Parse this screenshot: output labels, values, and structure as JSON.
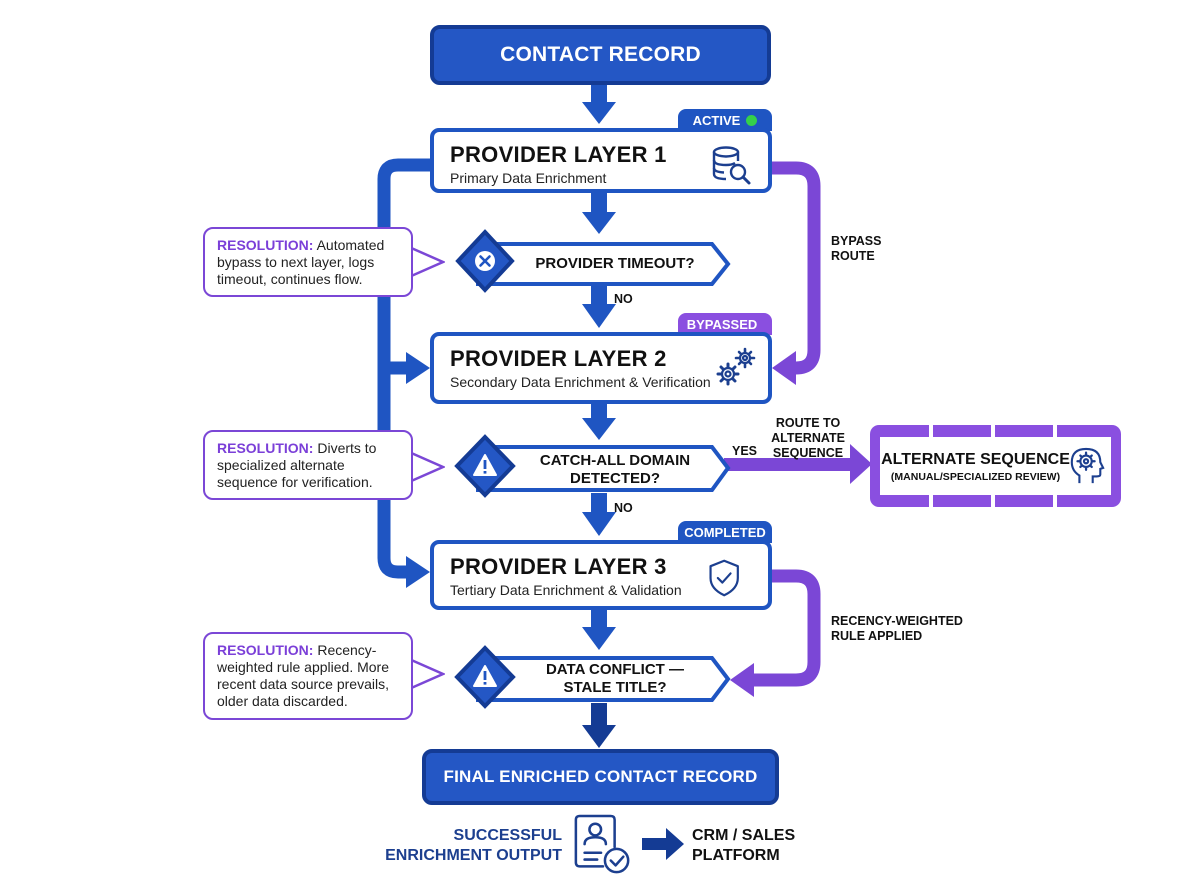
{
  "colors": {
    "blue": "#1f55c2",
    "dark_blue": "#143b94",
    "purple": "#7b47d6",
    "active_green": "#35d04a",
    "bypassed_gray": "#b9aee0"
  },
  "start": {
    "label": "CONTACT RECORD"
  },
  "layers": [
    {
      "title": "PROVIDER LAYER 1",
      "subtitle": "Primary Data Enrichment",
      "status": "ACTIVE",
      "icon": "database-search-icon"
    },
    {
      "title": "PROVIDER LAYER 2",
      "subtitle": "Secondary Data Enrichment & Verification",
      "status": "BYPASSED",
      "icon": "gears-icon"
    },
    {
      "title": "PROVIDER LAYER 3",
      "subtitle": "Tertiary Data Enrichment & Validation",
      "status": "COMPLETED",
      "icon": "shield-check-icon"
    }
  ],
  "decisions": [
    {
      "line1": "PROVIDER TIMEOUT?",
      "line2": "",
      "icon": "x-circle-icon",
      "no_label": "NO"
    },
    {
      "line1": "CATCH-ALL DOMAIN",
      "line2": "DETECTED?",
      "icon": "warning-icon",
      "no_label": "NO",
      "yes_label": "YES"
    },
    {
      "line1": "DATA CONFLICT —",
      "line2": "STALE TITLE?",
      "icon": "warning-icon"
    }
  ],
  "callouts": [
    {
      "lead": "RESOLUTION:",
      "text": " Automated bypass to next layer, logs timeout, continues flow."
    },
    {
      "lead": "RESOLUTION:",
      "text": " Diverts to specialized alternate sequence for verification."
    },
    {
      "lead": "RESOLUTION:",
      "text": " Recency-weighted rule applied. More recent data source prevails, older data discarded."
    }
  ],
  "edge_labels": {
    "bypass_line1": "BYPASS",
    "bypass_line2": "ROUTE",
    "route_line1": "ROUTE TO",
    "route_line2": "ALTERNATE",
    "route_line3": "SEQUENCE",
    "recency_line1": "RECENCY-WEIGHTED",
    "recency_line2": "RULE APPLIED"
  },
  "alternate": {
    "title": "ALTERNATE SEQUENCE",
    "subtitle": "(MANUAL/SPECIALIZED REVIEW)",
    "icon": "head-gear-icon"
  },
  "final": {
    "label": "FINAL ENRICHED CONTACT RECORD"
  },
  "output": {
    "line1": "SUCCESSFUL",
    "line2": "ENRICHMENT OUTPUT",
    "icon": "profile-check-icon",
    "dest_line1": "CRM / SALES",
    "dest_line2": "PLATFORM"
  }
}
